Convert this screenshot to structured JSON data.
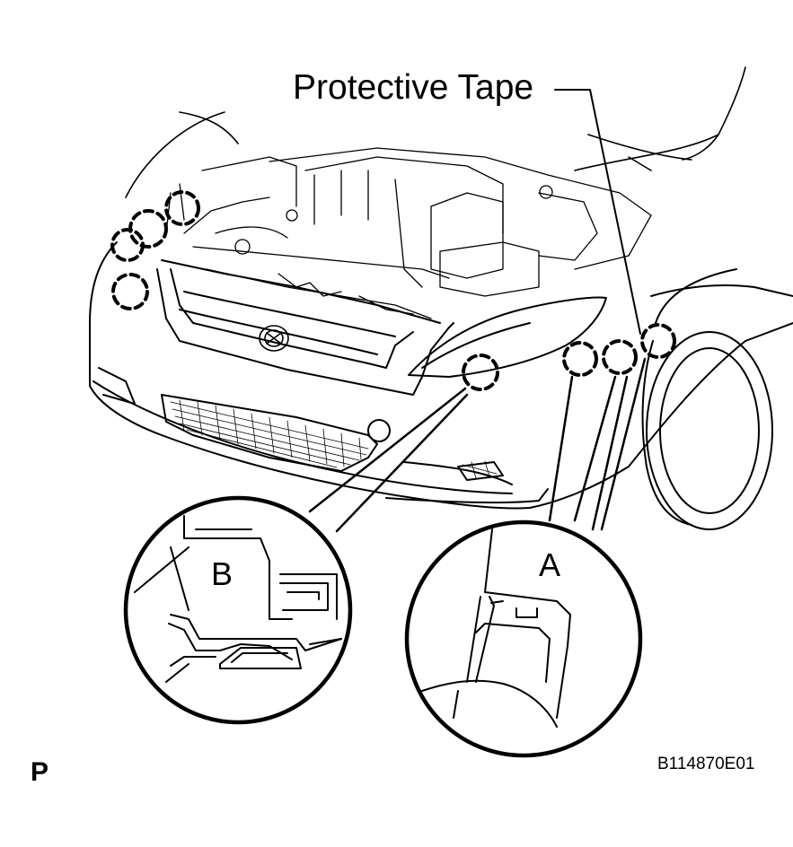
{
  "labels": {
    "protective_tape": "Protective Tape",
    "detail_b": "B",
    "detail_a": "A",
    "corner_mark": "P",
    "figure_code": "B114870E01"
  },
  "colors": {
    "line": "#000000",
    "background": "#ffffff"
  }
}
